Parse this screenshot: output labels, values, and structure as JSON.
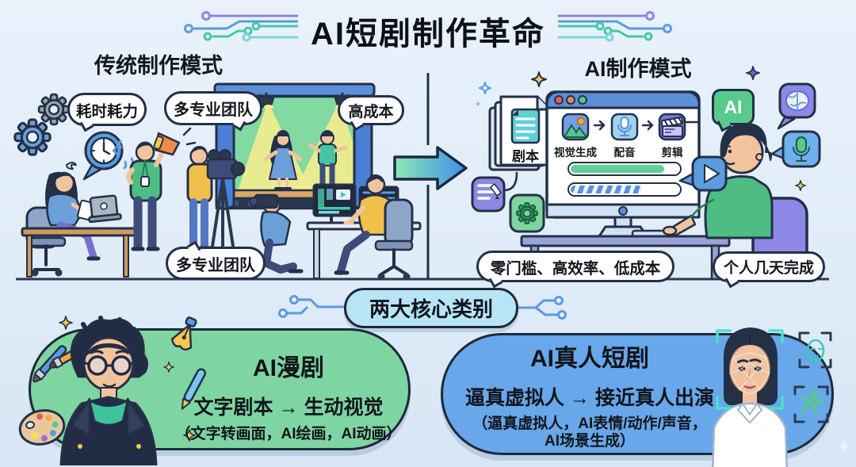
{
  "title": "AI短剧制作革命",
  "left": {
    "header": "传统制作模式",
    "bubbles": {
      "time_cost": "耗时耗力",
      "team_top": "多专业团队",
      "high_cost": "高成本",
      "team_bottom": "多专业团队"
    }
  },
  "right": {
    "header": "AI制作模式",
    "script_label": "剧本",
    "ai_badge": "AI",
    "steps": [
      {
        "label": "视觉生成",
        "icon": "image-icon"
      },
      {
        "label": "配音",
        "icon": "microphone-icon"
      },
      {
        "label": "剪辑",
        "icon": "clapperboard-icon"
      }
    ],
    "benefit_bubble": "零门槛、高效率、低成本",
    "personal_bubble": "个人几天完成"
  },
  "bottom": {
    "category_title": "两大核心类别",
    "manga": {
      "title": "AI漫剧",
      "flow": "文字剧本 → 生动视觉",
      "detail": "（文字转画面，AI绘画，AI动画）"
    },
    "real": {
      "title": "AI真人短剧",
      "flow": "逼真虚拟人 → 接近真人出演",
      "detail_line1": "（逼真虚拟人，AI表情/动作/声音，",
      "detail_line2": "AI场景生成）"
    }
  },
  "colors": {
    "background": "#e0ecf8",
    "ink": "#243048",
    "panel_green": "#7fd5a1",
    "panel_blue": "#67a7ea",
    "pill_blue": "#b7e5f6",
    "arrow_gradient_start": "#8ce8b4",
    "arrow_gradient_end": "#3f8fe8",
    "ai_badge_green": "#57ca8c",
    "tile_purple": "#8d87e6",
    "progress_green": "#5fd098",
    "progress_blue": "#5b8fd9"
  }
}
